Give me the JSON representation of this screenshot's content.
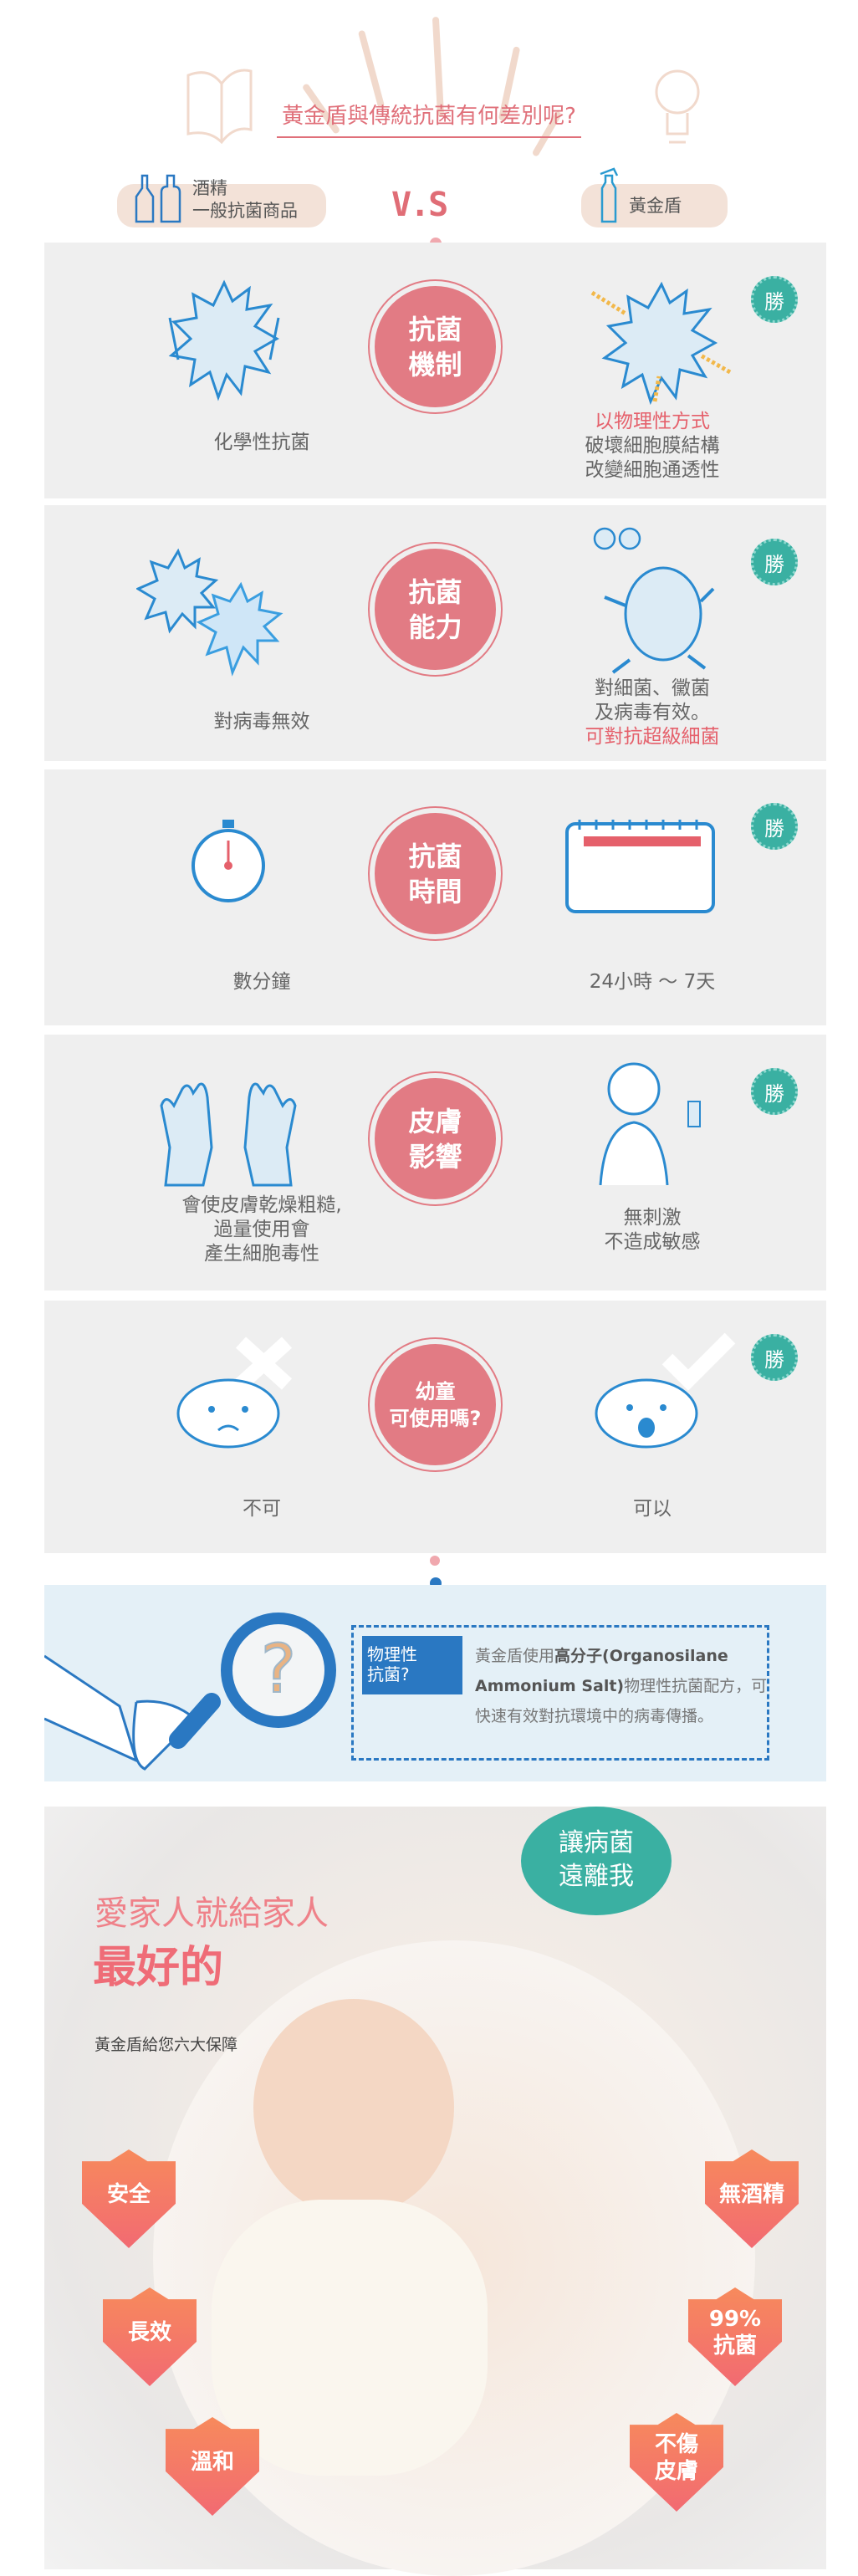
{
  "header": {
    "title": "黃金盾與傳統抗菌有何差別呢?",
    "left_tag_line1": "酒精",
    "left_tag_line2": "一般抗菌商品",
    "vs": "V.S",
    "right_tag": "黃金盾"
  },
  "win_label": "勝",
  "rows": [
    {
      "center": "抗菌\n機制",
      "left": "化學性抗菌",
      "right_red_top": "以物理性方式",
      "right": "破壞細胞膜結構\n改變細胞通透性",
      "right_red_bottom": ""
    },
    {
      "center": "抗菌\n能力",
      "left": "對病毒無效",
      "right_red_top": "",
      "right": "對細菌、黴菌\n及病毒有效。",
      "right_red_bottom": "可對抗超級細菌"
    },
    {
      "center": "抗菌\n時間",
      "left": "數分鐘",
      "right_red_top": "",
      "right": "24小時 ～ 7天",
      "right_red_bottom": ""
    },
    {
      "center": "皮膚\n影響",
      "left": "會使皮膚乾燥粗糙,\n過量使用會\n產生細胞毒性",
      "right_red_top": "",
      "right": "無刺激\n不造成敏感",
      "right_red_bottom": ""
    },
    {
      "center": "幼童\n可使用嗎?",
      "left": "不可",
      "right_red_top": "",
      "right": "可以",
      "right_red_bottom": ""
    }
  ],
  "info": {
    "label": "物理性\n抗菌?",
    "text_pre": "黃金盾使用",
    "text_bold": "高分子(Organosilane Ammonium Salt)",
    "text_post": "物理性抗菌配方，可快速有效對抗環境中的病毒傳播。"
  },
  "promo": {
    "bubble": "讓病菌\n遠離我",
    "headline1": "愛家人就給家人",
    "headline2": "最好的",
    "subtitle": "黃金盾給您六大保障",
    "shields": [
      "安全",
      "長效",
      "溫和",
      "無酒精",
      "99%\n抗菌",
      "不傷\n皮膚"
    ]
  },
  "colors": {
    "accent_red": "#e27b84",
    "teal": "#3ab0a2",
    "blue": "#2a78c2",
    "panel": "#efefef"
  }
}
